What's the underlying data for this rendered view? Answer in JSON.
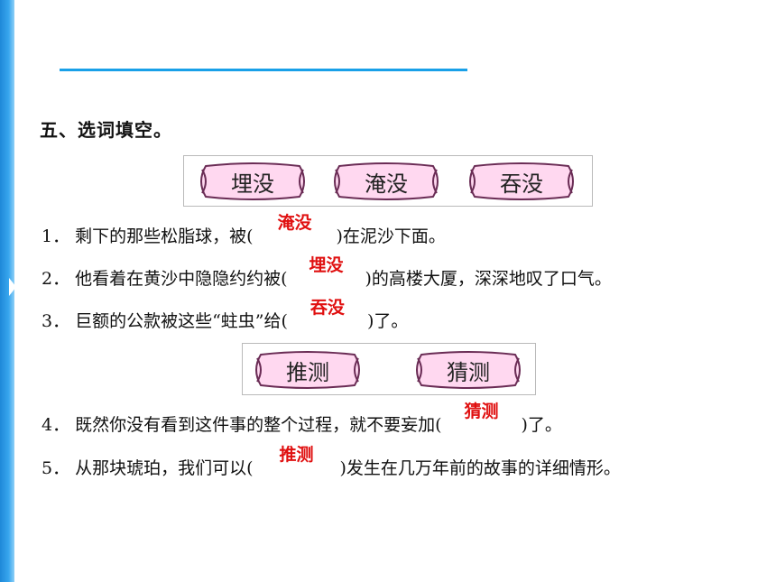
{
  "section": {
    "title": "五、选词填空。"
  },
  "word_boxes": [
    {
      "words": [
        "埋没",
        "淹没",
        "吞没"
      ]
    },
    {
      "words": [
        "推测",
        "猜测"
      ]
    }
  ],
  "sentences": [
    {
      "num": "1．",
      "before": "剩下的那些松脂球，被(",
      "answer": "淹没",
      "after": ")在泥沙下面。"
    },
    {
      "num": "2．",
      "before": "他看着在黄沙中隐隐约约被(",
      "answer": "埋没",
      "after": ")的高楼大厦，深深地叹了口气。"
    },
    {
      "num": "3．",
      "before": "巨额的公款被这些“蛀虫”给(",
      "answer": "吞没",
      "after": ")了。"
    },
    {
      "num": "4．",
      "before": "既然你没有看到这件事的整个过程，就不要妄加(",
      "answer": "猜测",
      "after": ")了。"
    },
    {
      "num": "5．",
      "before": "从那块琥珀，我们可以(",
      "answer": "推测",
      "after": ")发生在几万年前的故事的详细情形。"
    }
  ],
  "colors": {
    "accent_blue": "#19a0e8",
    "answer_red": "#e01010",
    "pill_fill": "#ffd8f0",
    "pill_stroke": "#6a2c55"
  }
}
